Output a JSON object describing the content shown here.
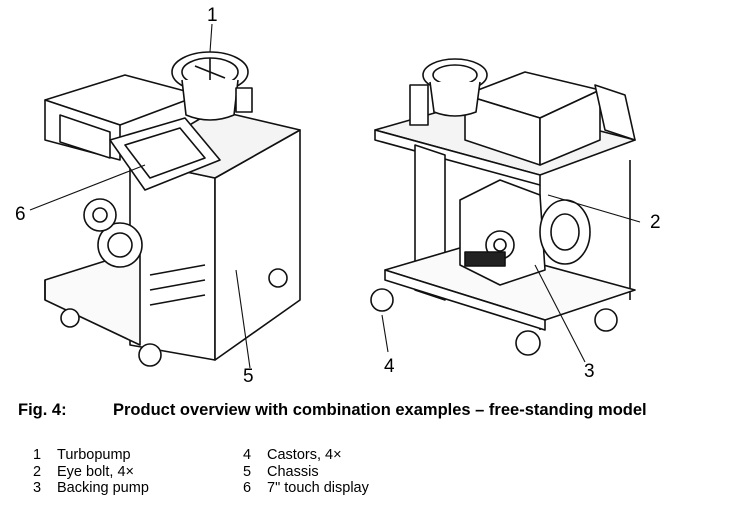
{
  "figure": {
    "callouts": {
      "c1": "1",
      "c2": "2",
      "c3": "3",
      "c4": "4",
      "c5": "5",
      "c6": "6"
    }
  },
  "caption": {
    "number": "Fig. 4:",
    "title": "Product overview with combination examples – free-standing model"
  },
  "legend": [
    {
      "num": "1",
      "text": "Turbopump"
    },
    {
      "num": "2",
      "text": "Eye bolt, 4×"
    },
    {
      "num": "3",
      "text": "Backing pump"
    },
    {
      "num": "4",
      "text": "Castors, 4×"
    },
    {
      "num": "5",
      "text": "Chassis"
    },
    {
      "num": "6",
      "text": "7\" touch display"
    }
  ]
}
